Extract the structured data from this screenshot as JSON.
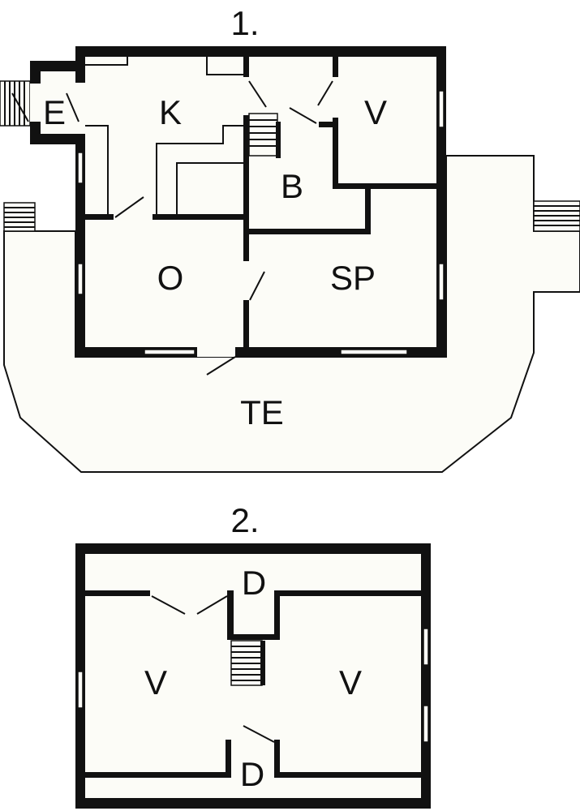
{
  "floors": [
    {
      "title": "1.",
      "rooms": {
        "entry": "E",
        "kitchen": "K",
        "closet": "V",
        "bath": "B",
        "living": "O",
        "bedroom": "SP",
        "terrace": "TE"
      }
    },
    {
      "title": "2.",
      "rooms": {
        "closet_top": "D",
        "room_left": "V",
        "room_right": "V",
        "closet_bottom": "D"
      }
    }
  ],
  "colors": {
    "wall": "#111111",
    "floor": "#fcfcf7",
    "background": "#ffffff"
  }
}
